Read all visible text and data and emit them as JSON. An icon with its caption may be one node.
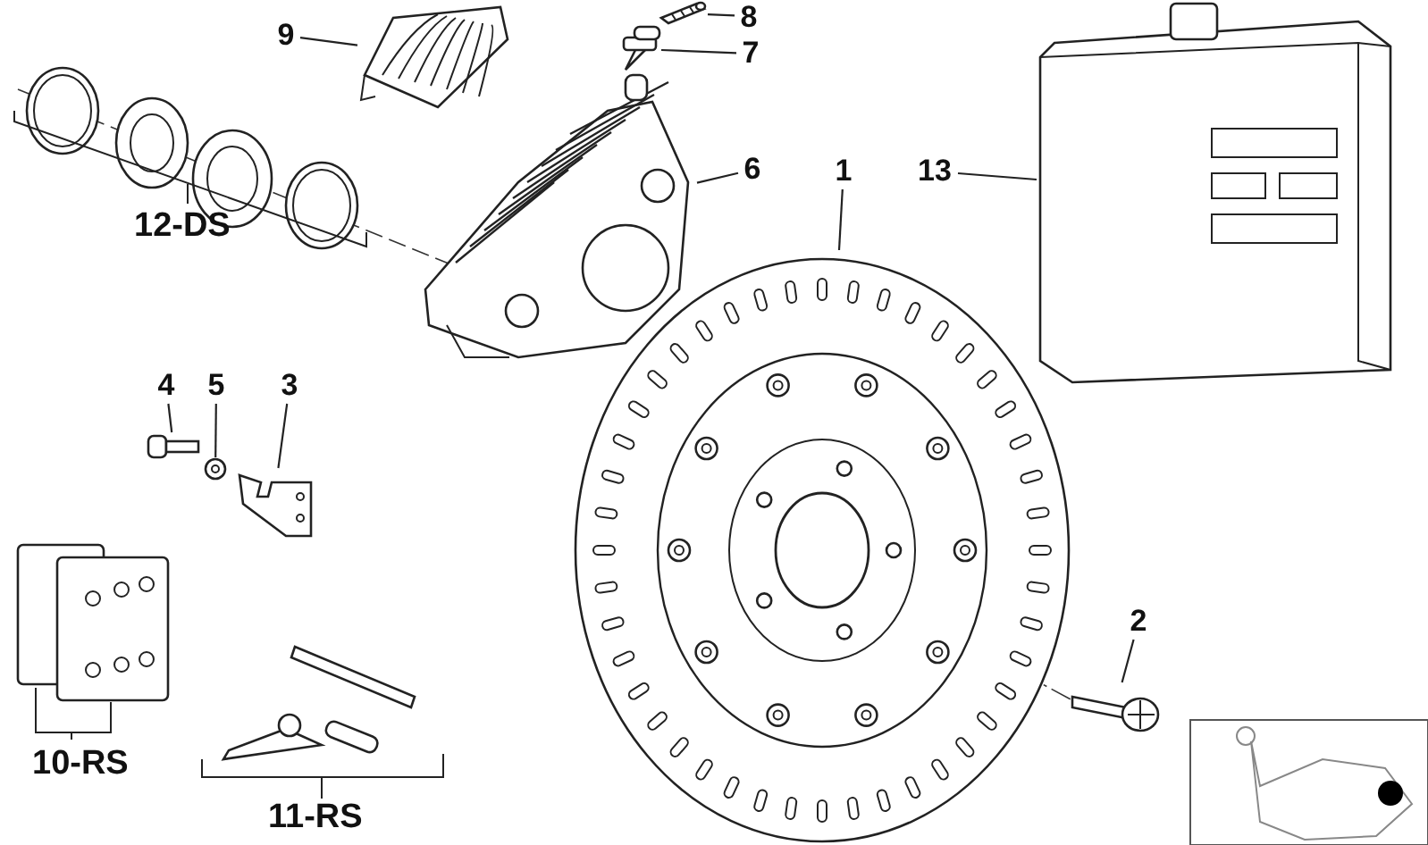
{
  "diagram": {
    "nodes": [
      {
        "text": [
          "8"
        ]
      },
      {
        "text": [],
        "shape": "picture"
      },
      {
        "text": [
          "9"
        ]
      },
      {
        "text": [],
        "shape": "picture"
      },
      {
        "text": [
          "7"
        ]
      },
      {
        "text": [],
        "shape": "picture"
      },
      {
        "text": [
          "6"
        ]
      },
      {
        "text": [],
        "shape": "picture"
      },
      {
        "text": [
          "1"
        ]
      },
      {
        "text": [],
        "shape": "picture"
      },
      {
        "text": [
          "13"
        ]
      },
      {
        "text": [],
        "shape": "picture"
      },
      {
        "text": [
          "4"
        ]
      },
      {
        "text": [],
        "shape": "picture"
      },
      {
        "text": [
          "5"
        ]
      },
      {
        "text": [],
        "shape": "picture"
      },
      {
        "text": [
          "3"
        ]
      },
      {
        "text": [],
        "shape": "picture"
      },
      {
        "text": [
          "2"
        ]
      },
      {
        "text": [],
        "shape": "picture"
      }
    ],
    "edges": [
      {
        "from": 0,
        "to": 1,
        "arrow": "none"
      },
      {
        "from": 2,
        "to": 3,
        "arrow": "none"
      },
      {
        "from": 4,
        "to": 5,
        "arrow": "none"
      },
      {
        "from": 6,
        "to": 7,
        "arrow": "none"
      },
      {
        "from": 8,
        "to": 9,
        "arrow": "none"
      },
      {
        "from": 10,
        "to": 11,
        "arrow": "none"
      },
      {
        "from": 12,
        "to": 13,
        "arrow": "none"
      },
      {
        "from": 14,
        "to": 15,
        "arrow": "none"
      },
      {
        "from": 16,
        "to": 17,
        "arrow": "none"
      },
      {
        "from": 18,
        "to": 19,
        "arrow": "none"
      }
    ],
    "labels": [
      "12-DS",
      "10-RS",
      "11-RS"
    ]
  }
}
